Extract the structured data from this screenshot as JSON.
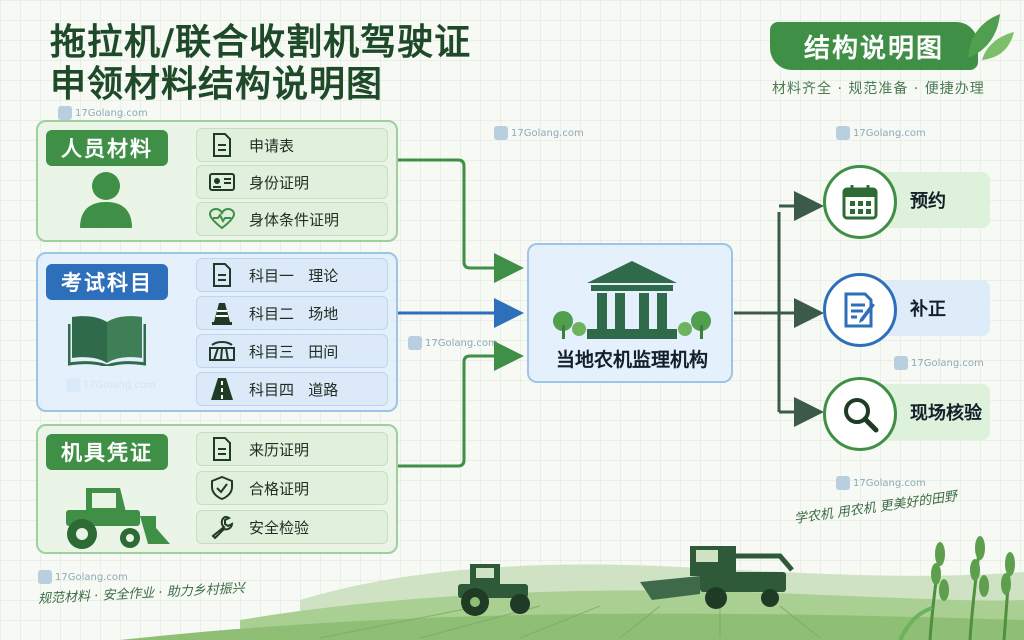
{
  "title": {
    "line1": "拖拉机/联合收割机驾驶证",
    "line2": "申领材料结构说明图"
  },
  "badge": {
    "text": "结构说明图",
    "subtitle": "材料齐全 · 规范准备 · 便捷办理"
  },
  "watermark": "17Golang.com",
  "groups": [
    {
      "title": "人员材料",
      "items": [
        {
          "label": "申请表",
          "icon": "document-icon"
        },
        {
          "label": "身份证明",
          "icon": "id-card-icon"
        },
        {
          "label": "身体条件证明",
          "icon": "heart-pulse-icon"
        }
      ]
    },
    {
      "title": "考试科目",
      "items": [
        {
          "label": "科目一   理论",
          "icon": "document-icon"
        },
        {
          "label": "科目二   场地",
          "icon": "traffic-cone-icon"
        },
        {
          "label": "科目三   田间",
          "icon": "field-icon"
        },
        {
          "label": "科目四   道路",
          "icon": "road-icon"
        }
      ]
    },
    {
      "title": "机具凭证",
      "items": [
        {
          "label": "来历证明",
          "icon": "document-icon"
        },
        {
          "label": "合格证明",
          "icon": "shield-check-icon"
        },
        {
          "label": "安全检验",
          "icon": "wrench-icon"
        }
      ]
    }
  ],
  "center": {
    "label": "当地农机监理机构",
    "icon": "government-building-icon"
  },
  "outputs": [
    {
      "label": "预约",
      "icon": "calendar-icon"
    },
    {
      "label": "补正",
      "icon": "edit-document-icon"
    },
    {
      "label": "现场核验",
      "icon": "magnifier-icon"
    }
  ],
  "slogans": {
    "left": "规范材料 · 安全作业 · 助力乡村振兴",
    "right": "学农机  用农机  更美好的田野"
  },
  "colors": {
    "green": "#3f8f46",
    "blue": "#2d6fba",
    "dark_green": "#1f4a2a"
  }
}
